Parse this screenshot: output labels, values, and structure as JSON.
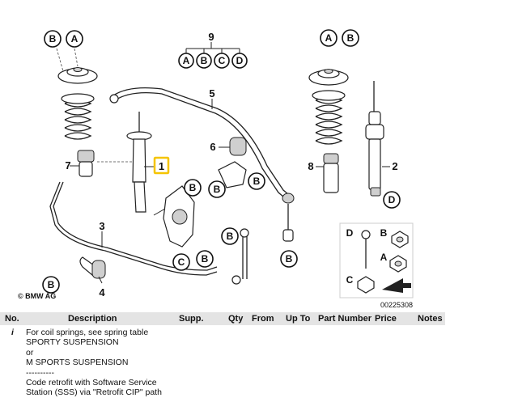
{
  "diagram": {
    "callouts": {
      "ref1": "1",
      "ref2": "2",
      "ref3": "3",
      "ref4": "4",
      "ref5": "5",
      "ref6": "6",
      "ref7": "7",
      "ref8": "8",
      "ref9": "9"
    },
    "letters": {
      "a": "A",
      "b": "B",
      "c": "C",
      "d": "D"
    },
    "copyright": "© BMW AG",
    "image_number": "00225308",
    "highlight_color": "#f5c400"
  },
  "table": {
    "headers": {
      "no": "No.",
      "description": "Description",
      "supp": "Supp.",
      "qty": "Qty",
      "from": "From",
      "up_to": "Up To",
      "part_number": "Part Number",
      "price": "Price",
      "notes": "Notes"
    },
    "rows": [
      {
        "no": "i",
        "description_lines": [
          "For coil springs, see spring table",
          "SPORTY SUSPENSION",
          "or",
          "M SPORTS SUSPENSION",
          "----------",
          "Code retrofit with Software Service",
          "Station (SSS) via \"Retrofit CIP\" path"
        ]
      }
    ]
  }
}
